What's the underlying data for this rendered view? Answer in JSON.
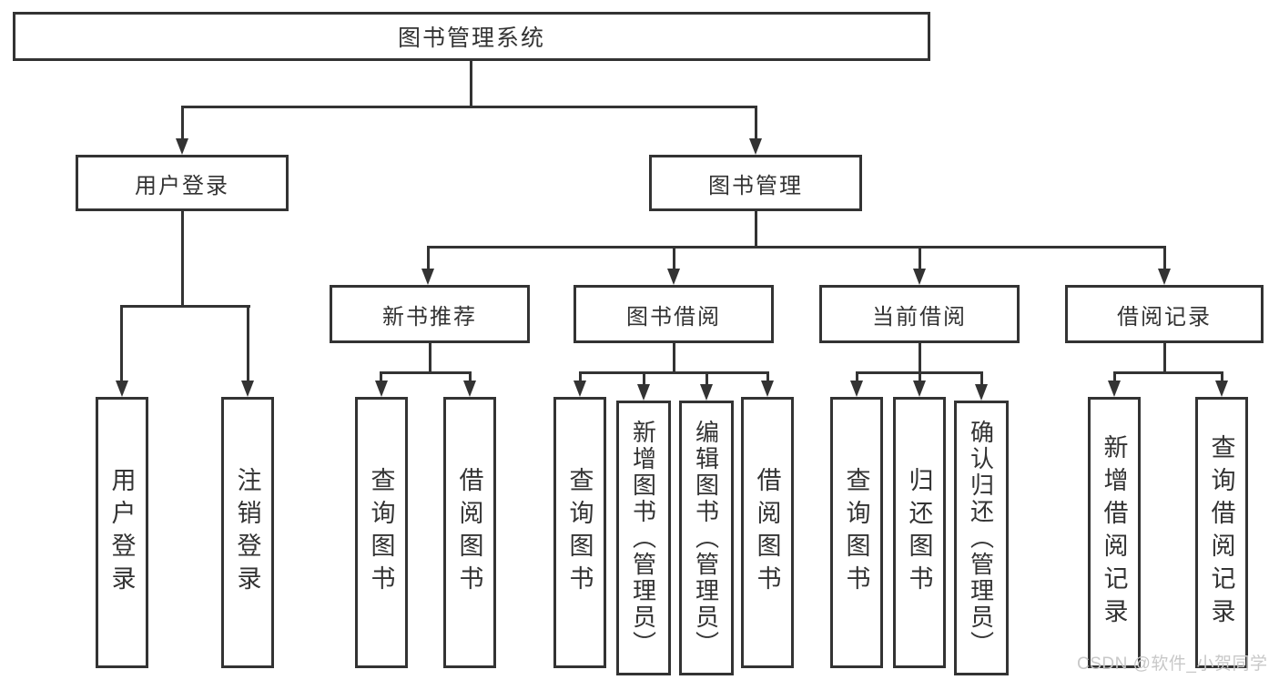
{
  "tree": {
    "label": "图书管理系统",
    "children": [
      {
        "label": "用户登录",
        "children": [
          {
            "label": "用户登录"
          },
          {
            "label": "注销登录"
          }
        ]
      },
      {
        "label": "图书管理",
        "children": [
          {
            "label": "新书推荐",
            "children": [
              {
                "label": "查询图书"
              },
              {
                "label": "借阅图书"
              }
            ]
          },
          {
            "label": "图书借阅",
            "children": [
              {
                "label": "查询图书"
              },
              {
                "label": "新增图书（管理员）"
              },
              {
                "label": "编辑图书（管理员）"
              },
              {
                "label": "借阅图书"
              }
            ]
          },
          {
            "label": "当前借阅",
            "children": [
              {
                "label": "查询图书"
              },
              {
                "label": "归还图书"
              },
              {
                "label": "确认归还（管理员）"
              }
            ]
          },
          {
            "label": "借阅记录",
            "children": [
              {
                "label": "新增借阅记录"
              },
              {
                "label": "查询借阅记录"
              }
            ]
          }
        ]
      }
    ]
  },
  "watermark": {
    "text": "CSDN @软件_小贺同学"
  },
  "colors": {
    "line": "#333333",
    "text": "#333333",
    "background": "#ffffff",
    "watermark": "#c8c8c8"
  }
}
